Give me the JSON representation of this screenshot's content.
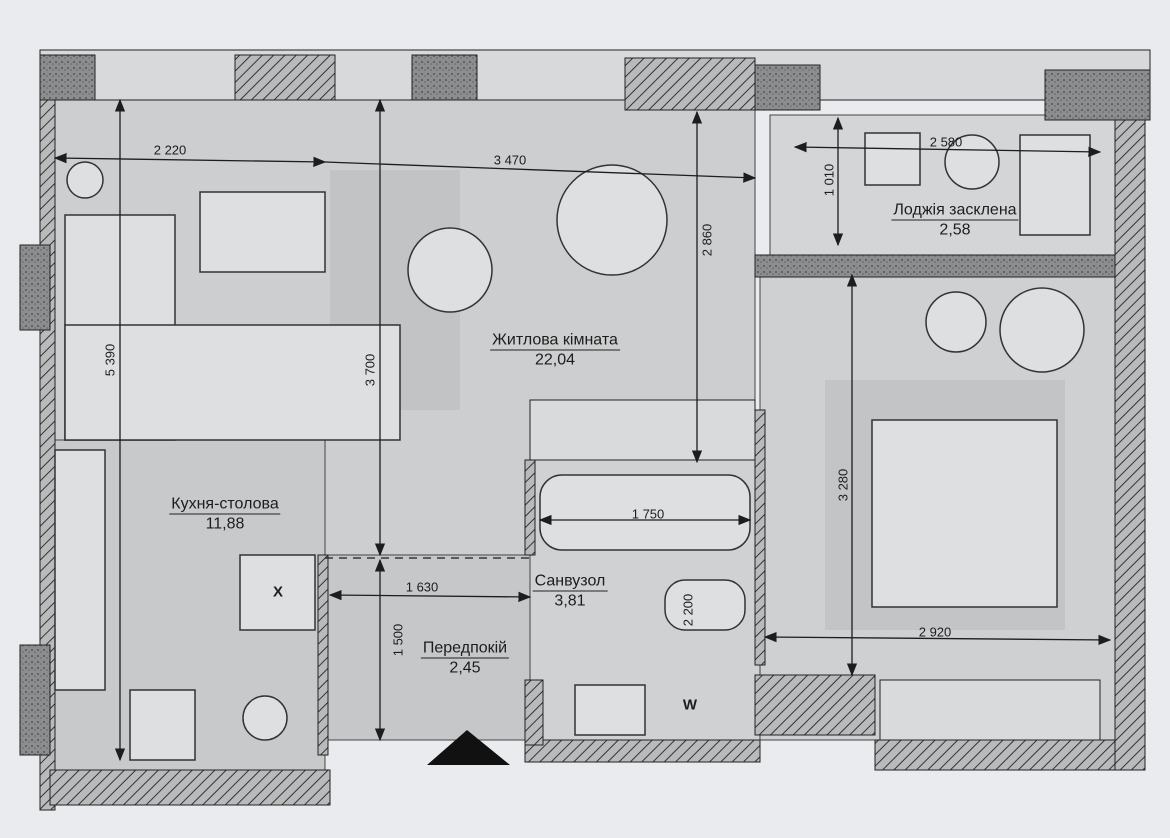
{
  "rooms": {
    "living": {
      "name": "Житлова кімната",
      "area": "22,04"
    },
    "kitchen": {
      "name": "Кухня-столова",
      "area": "11,88"
    },
    "loggia": {
      "name": "Лоджія засклена",
      "area": "2,58"
    },
    "bathroom": {
      "name": "Санвузол",
      "area": "3,81"
    },
    "hallway": {
      "name": "Передпокій",
      "area": "2,45"
    }
  },
  "dimensions": {
    "d2220": "2 220",
    "d3470": "3 470",
    "d2580": "2 580",
    "d1010": "1 010",
    "d2860": "2 860",
    "d5390": "5 390",
    "d3700": "3 700",
    "d1750": "1 750",
    "d3280": "3 280",
    "d1630": "1 630",
    "d2200": "2 200",
    "d2920": "2 920",
    "d1500": "1 500"
  },
  "symbols": {
    "washer": "W",
    "vent": "X"
  },
  "colors": {
    "paper": "#e9ebee",
    "floor": "#cdcecf",
    "wall": "#6f7072",
    "line": "#1d1d1d"
  }
}
